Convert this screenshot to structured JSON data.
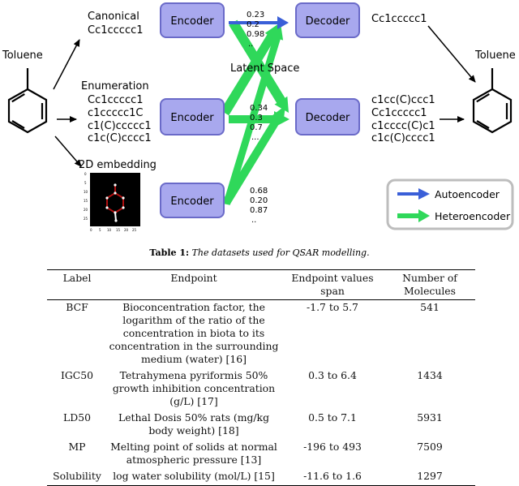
{
  "figure": {
    "input_molecule": "Toluene",
    "output_molecule": "Toluene",
    "canonical": {
      "title": "Canonical",
      "smiles": "Cc1ccccc1"
    },
    "enumeration": {
      "title": "Enumeration",
      "smiles": [
        "Cc1ccccc1",
        "c1ccccc1C",
        "c1(C)ccccc1",
        "c1c(C)cccc1"
      ]
    },
    "embedding": {
      "title": "2D embedding",
      "x_ticks": [
        "0",
        "5",
        "10",
        "15",
        "20",
        "25"
      ],
      "y_ticks": [
        "0",
        "5",
        "10",
        "15",
        "20",
        "25"
      ]
    },
    "encoder_label": "Encoder",
    "decoder_label": "Decoder",
    "latent_space_label": "Latent Space",
    "latent_vectors": [
      [
        "0.23",
        "0.2",
        "0.98",
        ".."
      ],
      [
        "0.34",
        "0.3",
        "0.7",
        "..."
      ],
      [
        "0.68",
        "0.20",
        "0.87",
        ".."
      ]
    ],
    "decoder_outputs": {
      "canonical": "Cc1ccccc1",
      "enumeration": [
        "c1cc(C)ccc1",
        "Cc1ccccc1",
        "c1cccc(C)c1",
        "c1c(C)cccc1"
      ]
    },
    "legend": {
      "autoencoder": "Autoencoder",
      "heteroencoder": "Heteroencoder"
    },
    "colors": {
      "box_fill": "#a8a8ee",
      "box_stroke": "#6a6ac8",
      "blue_arrow": "#3a5fd8",
      "green_arrow": "#2fd85a",
      "legend_border": "#bdbdbd"
    }
  },
  "caption": {
    "label": "Table 1:",
    "text": "The datasets used for QSAR modelling."
  },
  "table": {
    "headers": [
      "Label",
      "Endpoint",
      "Endpoint values span",
      "Number of Molecules"
    ],
    "rows": [
      [
        "BCF",
        "Bioconcentration factor, the logarithm of the ratio of the concentration in biota to its concentration in the surrounding medium (water) [16]",
        "-1.7 to 5.7",
        "541"
      ],
      [
        "IGC50",
        "Tetrahymena pyriformis 50% growth inhibition concentration (g/L) [17]",
        "0.3 to 6.4",
        "1434"
      ],
      [
        "LD50",
        "Lethal Dosis 50% rats (mg/kg body weight) [18]",
        "0.5 to 7.1",
        "5931"
      ],
      [
        "MP",
        "Melting point of solids at normal atmospheric pressure [13]",
        "-196 to 493",
        "7509"
      ],
      [
        "Solubility",
        "log water solubility (mol/L) [15]",
        "-11.6 to 1.6",
        "1297"
      ]
    ]
  }
}
